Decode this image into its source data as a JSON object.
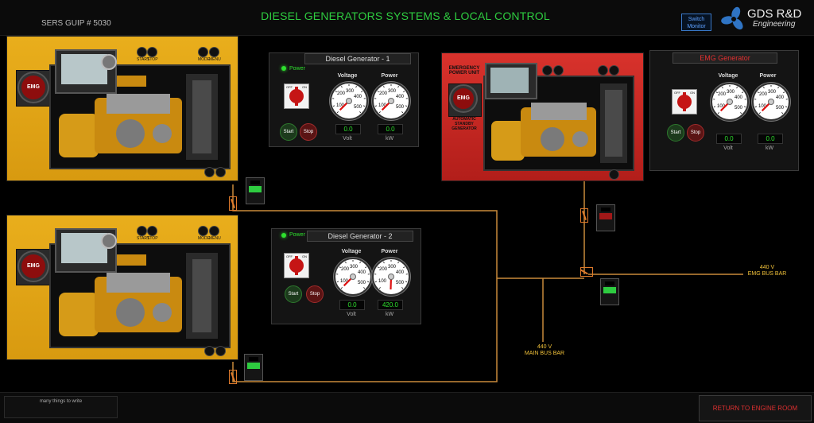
{
  "header": {
    "ship_id": "SERS GUIP # 5030",
    "title": "DIESEL GENERATORS SYSTEMS & LOCAL CONTROL",
    "switch_monitor_line1": "Switch",
    "switch_monitor_line2": "Monitor",
    "logo_text": "GDS R&D",
    "logo_subtext": "Engineering"
  },
  "generators": [
    {
      "emg_label": "EMG",
      "btn_start": "START",
      "btn_stop": "STOP",
      "btn_mode": "MODE",
      "btn_menu": "MENU"
    },
    {
      "emg_label": "EMG",
      "btn_start": "START",
      "btn_stop": "STOP",
      "btn_mode": "MODE",
      "btn_menu": "MENU"
    },
    {
      "emg_label": "EMG",
      "caption1": "EMERGENCY POWER UNIT",
      "caption2": "AUTOMATIC STANDBY GENERATOR"
    }
  ],
  "panels": [
    {
      "title": "Diesel Generator - 1",
      "power_label": "Power",
      "selector_off": "OFF",
      "selector_on": "ON",
      "voltage_label": "Voltage",
      "power_gauge_label": "Power",
      "voltage_value": "0.0",
      "power_value": "0.0",
      "voltage_unit": "Volt",
      "power_unit": "kW",
      "start_label": "Start",
      "stop_label": "Stop",
      "voltage_level": 0,
      "power_level": 0
    },
    {
      "title": "Diesel Generator - 2",
      "power_label": "Power",
      "selector_off": "OFF",
      "selector_on": "ON",
      "voltage_label": "Voltage",
      "power_gauge_label": "Power",
      "voltage_value": "0.0",
      "power_value": "420.0",
      "voltage_unit": "Volt",
      "power_unit": "kW",
      "start_label": "Start",
      "stop_label": "Stop",
      "voltage_level": 0,
      "power_level": 420
    },
    {
      "title": "EMG Generator",
      "selector_off": "OFF",
      "selector_on": "ON",
      "voltage_label": "Voltage",
      "power_gauge_label": "Power",
      "voltage_value": "0.0",
      "power_value": "0.0",
      "voltage_unit": "Volt",
      "power_unit": "kW",
      "start_label": "Start",
      "stop_label": "Stop",
      "voltage_level": 0,
      "power_level": 0
    }
  ],
  "gauge_ticks": [
    "100",
    "200",
    "300",
    "400",
    "500"
  ],
  "bus": {
    "main_voltage": "440 V",
    "main_label": "MAIN BUS BAR",
    "emg_voltage": "440 V",
    "emg_label": "EMG BUS BAR"
  },
  "footer": {
    "notes_text": "many things to write",
    "return_label": "RETURN TO ENGINE ROOM"
  },
  "colors": {
    "title_green": "#2ecc40",
    "bus_line": "#c98a3a",
    "return_red": "#e03030"
  }
}
